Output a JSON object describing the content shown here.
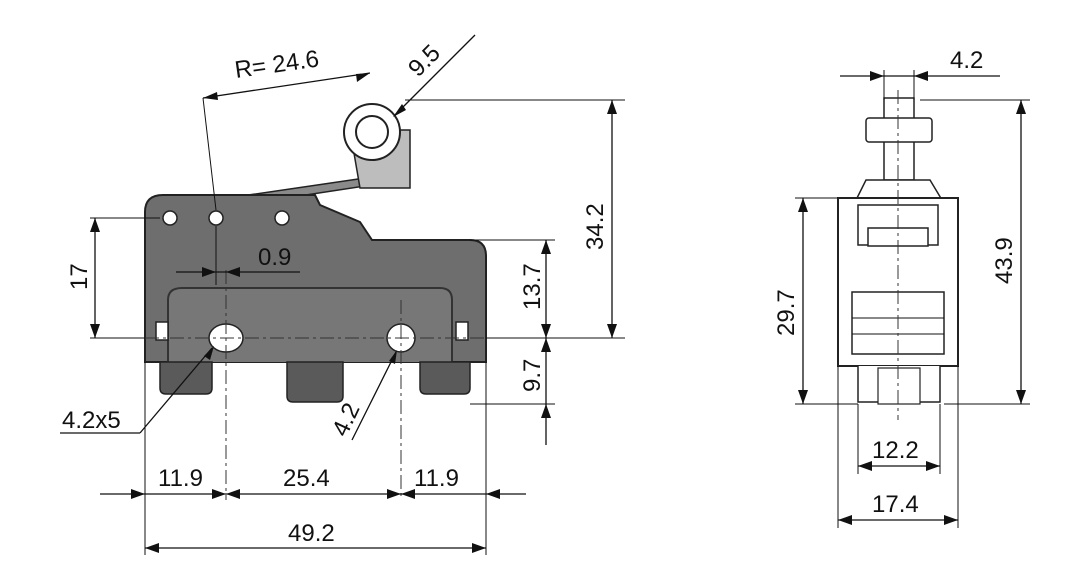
{
  "front_view": {
    "dimensions": {
      "radius_label": "R= 24.6",
      "roller_diameter": "9.5",
      "total_height": "34.2",
      "body_to_center": "17",
      "lever_offset": "0.9",
      "top_to_center": "13.7",
      "center_to_bottom": "9.7",
      "mount_hole": "4.2x5",
      "hole_diameter": "4.2",
      "left_edge_to_hole": "11.9",
      "hole_spacing": "25.4",
      "hole_to_right_edge": "11.9",
      "total_width": "49.2"
    }
  },
  "side_view": {
    "dimensions": {
      "roller_width": "4.2",
      "body_height": "29.7",
      "total_height": "43.9",
      "inner_width": "12.2",
      "outer_width": "17.4"
    }
  },
  "colors": {
    "body_fill": "#6e6e6e",
    "body_dark": "#555555",
    "line": "#111111"
  }
}
